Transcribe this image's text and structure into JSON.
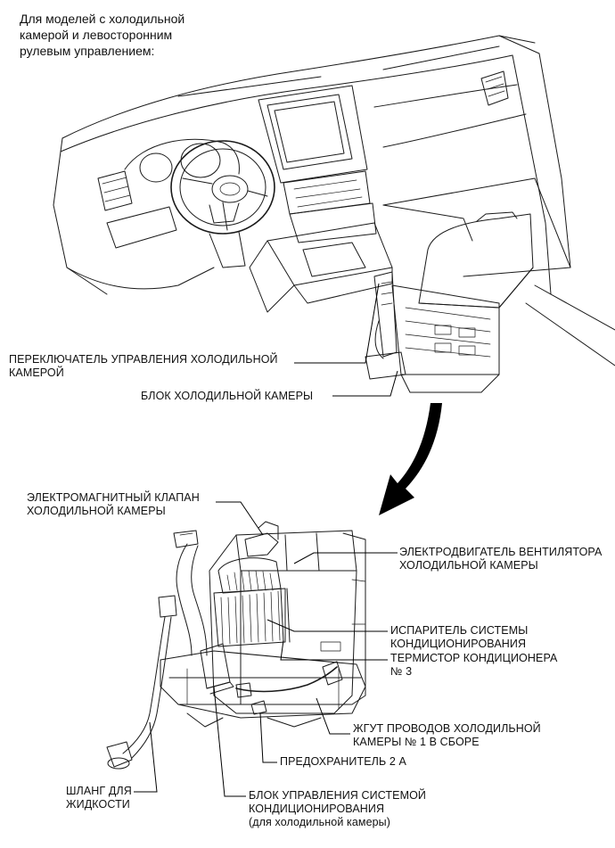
{
  "title_lines": [
    "Для моделей с холодильной",
    "камерой и левосторонним",
    "рулевым управлением:"
  ],
  "labels": {
    "cool_box_switch": [
      "ПЕРЕКЛЮЧАТЕЛЬ УПРАВЛЕНИЯ ХОЛОДИЛЬНОЙ",
      "КАМЕРОЙ"
    ],
    "cool_box_unit": [
      "БЛОК ХОЛОДИЛЬНОЙ КАМЕРЫ"
    ],
    "solenoid_valve": [
      "ЭЛЕКТРОМАГНИТНЫЙ КЛАПАН",
      "ХОЛОДИЛЬНОЙ КАМЕРЫ"
    ],
    "blower_motor": [
      "ЭЛЕКТРОДВИГАТЕЛЬ ВЕНТИЛЯТОРА",
      "ХОЛОДИЛЬНОЙ КАМЕРЫ"
    ],
    "evaporator": [
      "ИСПАРИТЕЛЬ СИСТЕМЫ",
      "КОНДИЦИОНИРОВАНИЯ"
    ],
    "thermistor": [
      "ТЕРМИСТОР КОНДИЦИОНЕРА",
      "№ 3"
    ],
    "wire_harness": [
      "ЖГУТ ПРОВОДОВ ХОЛОДИЛЬНОЙ",
      "КАМЕРЫ № 1 В СБОРЕ"
    ],
    "fuse": [
      "ПРЕДОХРАНИТЕЛЬ 2 А"
    ],
    "hose": [
      "ШЛАНГ ДЛЯ",
      "ЖИДКОСТИ"
    ],
    "ac_control": [
      "БЛОК УПРАВЛЕНИЯ СИСТЕМОЙ",
      "КОНДИЦИОНИРОВАНИЯ"
    ],
    "ac_control_note": "(для холодильной камеры)"
  }
}
